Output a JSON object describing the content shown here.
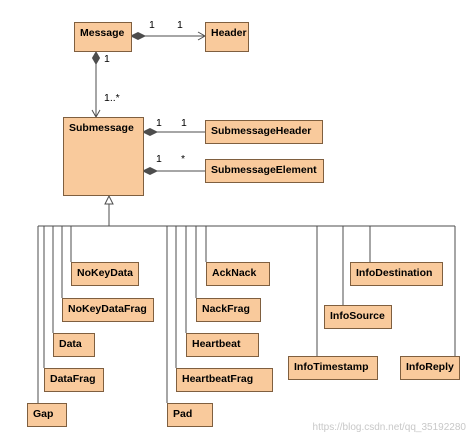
{
  "classes": {
    "message": "Message",
    "header": "Header",
    "submessage": "Submessage",
    "submessage_header": "SubmessageHeader",
    "submessage_element": "SubmessageElement",
    "nokeydata": "NoKeyData",
    "nokeydatafrag": "NoKeyDataFrag",
    "data": "Data",
    "datafrag": "DataFrag",
    "gap": "Gap",
    "acknack": "AckNack",
    "nackfrag": "NackFrag",
    "heartbeat": "Heartbeat",
    "heartbeatfrag": "HeartbeatFrag",
    "pad": "Pad",
    "infodestination": "InfoDestination",
    "infosource": "InfoSource",
    "infotimestamp": "InfoTimestamp",
    "inforeply": "InfoReply"
  },
  "multiplicities": {
    "message_header_src": "1",
    "message_header_dst": "1",
    "message_submessage_src": "1",
    "message_submessage_dst": "1..*",
    "submessage_header_src": "1",
    "submessage_header_dst": "1",
    "submessage_element_src": "1",
    "submessage_element_dst": "*"
  },
  "watermark": "https://blog.csdn.net/qq_35192280",
  "colors": {
    "box_fill": "#f9ca9c",
    "box_border": "#7f5f3f",
    "line": "#4d4d4d"
  }
}
